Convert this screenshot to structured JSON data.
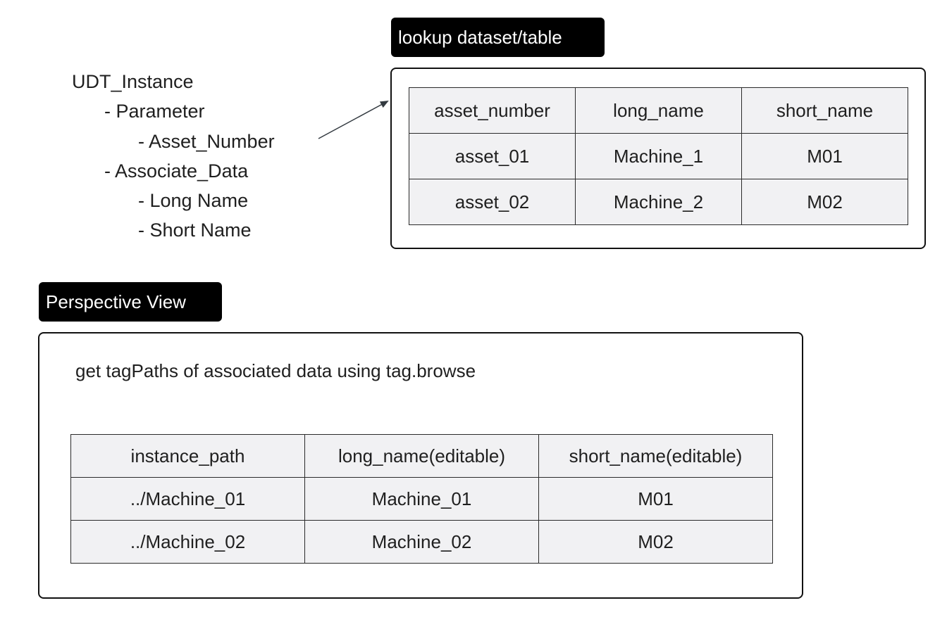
{
  "tree": {
    "root": "UDT_Instance",
    "items": [
      {
        "text": "- Parameter",
        "level": 1
      },
      {
        "text": "- Asset_Number",
        "level": 2
      },
      {
        "text": "- Associate_Data",
        "level": 1
      },
      {
        "text": "- Long Name",
        "level": 2
      },
      {
        "text": "- Short Name",
        "level": 2
      }
    ]
  },
  "lookup": {
    "label": "lookup dataset/table",
    "headers": [
      "asset_number",
      "long_name",
      "short_name"
    ],
    "rows": [
      [
        "asset_01",
        "Machine_1",
        "M01"
      ],
      [
        "asset_02",
        "Machine_2",
        "M02"
      ]
    ]
  },
  "perspective": {
    "label": "Perspective View",
    "description": "get tagPaths of associated data using tag.browse",
    "headers": [
      "instance_path",
      "long_name(editable)",
      "short_name(editable)"
    ],
    "rows": [
      [
        "../Machine_01",
        "Machine_01",
        "M01"
      ],
      [
        "../Machine_02",
        "Machine_02",
        "M02"
      ]
    ]
  }
}
